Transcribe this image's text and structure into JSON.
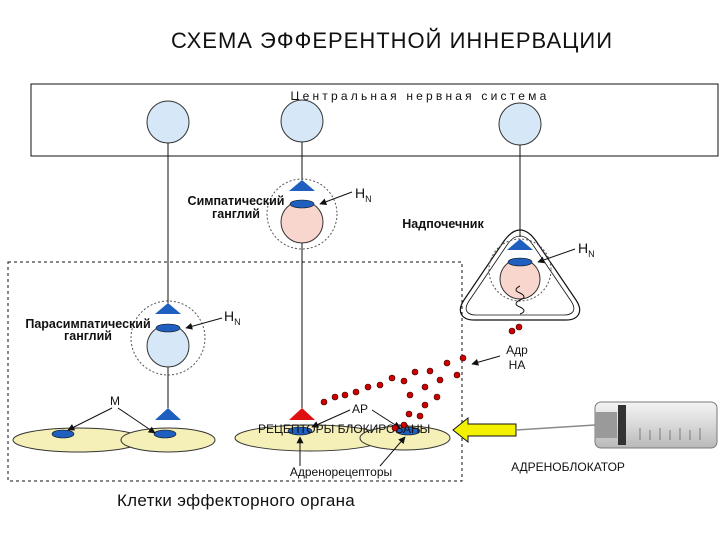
{
  "title": "СХЕМА ЭФФЕРЕНТНОЙ ИННЕРВАЦИИ",
  "cns_label": "Центральная нервная система",
  "sympathetic_ganglion_label": [
    "Симпатический",
    "ганглий"
  ],
  "parasympathetic_ganglion_label": [
    "Парасимпатический",
    "ганглий"
  ],
  "adrenal_label": "Надпочечник",
  "receptor_n": {
    "letter": "H",
    "sub": "N"
  },
  "m_label": "М",
  "ar_label": "АР",
  "adr_na_label": [
    "Адр",
    "НА"
  ],
  "receptors_blocked_label": "РЕЦЕПТОРЫ БЛОКИРОВАНЫ",
  "adrenoreceptors_label": "Адренорецепторы",
  "effector_cells_label": "Клетки эффекторного органа",
  "adrenoblocker_label": "АДРЕНОБЛОКАТОР",
  "colors": {
    "cns_neuron": "#d6e8f7",
    "ganglion_neuron": "#f8d5cd",
    "receptor_blue": "#1f5fbf",
    "receptor_red": "#e01010",
    "effector_cell": "#f5f0b8",
    "arrow_yellow": "#f3f000",
    "dots": "#cc0000"
  }
}
